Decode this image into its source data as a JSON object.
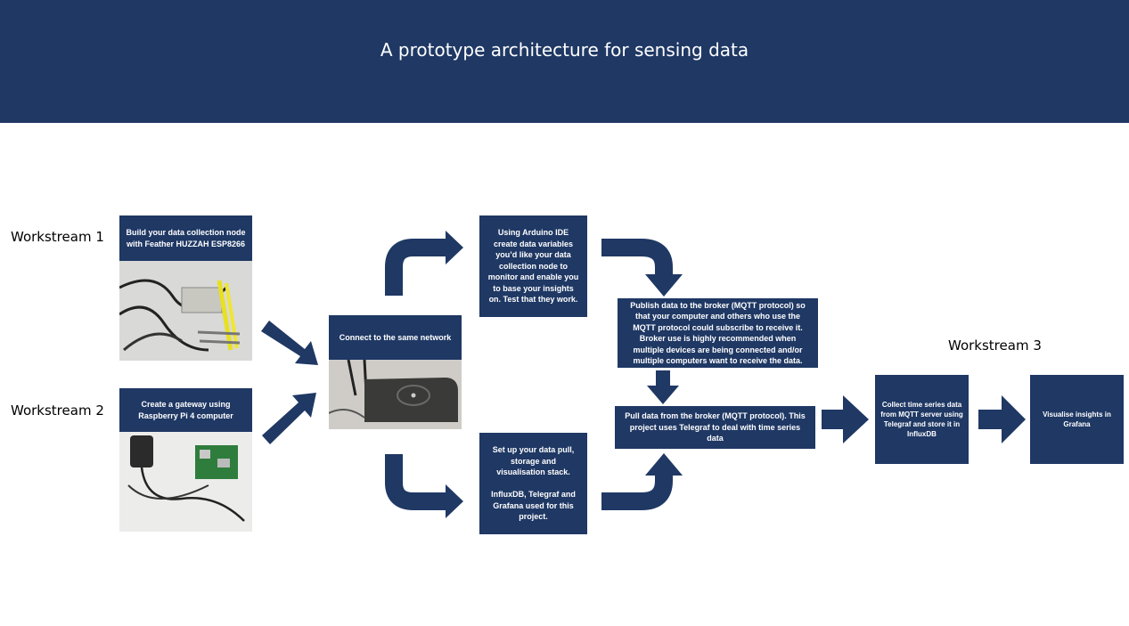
{
  "header": {
    "title": "A prototype architecture for sensing data"
  },
  "workstreams": {
    "ws1": "Workstream 1",
    "ws2": "Workstream 2",
    "ws3": "Workstream 3"
  },
  "steps": {
    "build_node": "Build your data collection node\nwith Feather HUZZAH ESP8266",
    "gateway": "Create a gateway using\nRaspberry Pi 4 computer",
    "network": "Connect to the same network",
    "arduino": "Using Arduino IDE\ncreate data variables\nyou’d like your data\ncollection node to\nmonitor and enable you\nto base your insights\non. Test that they work.",
    "stack": "Set up your data pull,\nstorage and\nvisualisation stack.\n\nInfluxDB, Telegraf and\nGrafana used for this\nproject.",
    "publish": "Publish data to the broker (MQTT protocol) so\nthat your computer and others who use the\nMQTT protocol could subscribe to receive it.\nBroker use is highly recommended when\nmultiple devices are being connected and/or\nmultiple computers want to receive the data.",
    "pull": "Pull data from the broker (MQTT protocol). This\nproject uses Telegraf to deal with time series\ndata",
    "collect": "Collect time series data\nfrom MQTT server using\nTelegraf and store it in\nInfluxDB",
    "visualise": "Visualise insights in\nGrafana"
  },
  "colors": {
    "navy": "#1f3864",
    "white": "#ffffff"
  }
}
